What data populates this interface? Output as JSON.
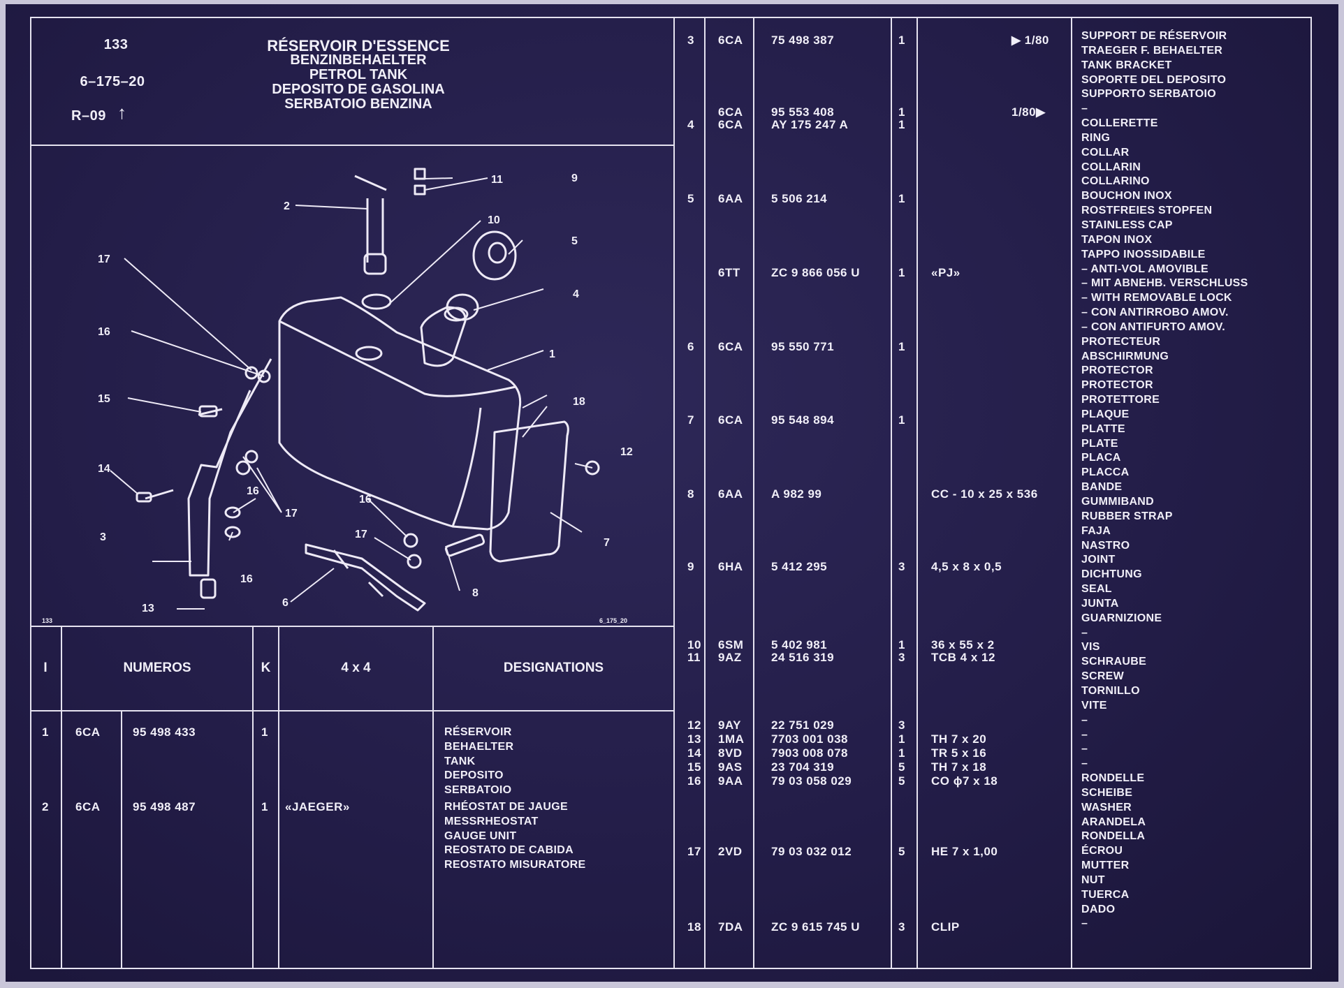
{
  "header": {
    "page_number": "133",
    "ref_code": "6–175–20",
    "rev": "R–09",
    "title_lines": [
      "RÉSERVOIR D'ESSENCE",
      "BENZINBEHAELTER",
      "PETROL TANK",
      "DEPOSITO DE GASOLINA",
      "SERBATOIO BENZINA"
    ]
  },
  "diagram": {
    "callouts": [
      "1",
      "2",
      "3",
      "4",
      "5",
      "6",
      "7",
      "8",
      "9",
      "10",
      "11",
      "12",
      "13",
      "14",
      "15",
      "16",
      "17",
      "18"
    ],
    "corner_left": "133",
    "corner_right": "6_175_20"
  },
  "columns": {
    "index": "I",
    "numeros": "NUMEROS",
    "k": "K",
    "variant": "4 x 4",
    "designations": "DESIGNATIONS"
  },
  "left_rows": [
    {
      "i": "1",
      "grp": "6CA",
      "num": "95 498 433",
      "k": "1",
      "note": "",
      "desc": "RÉSERVOIR\nBEHAELTER\nTANK\nDEPOSITO\nSERBATOIO"
    },
    {
      "i": "2",
      "grp": "6CA",
      "num": "95 498 487",
      "k": "1",
      "note": "«JAEGER»",
      "desc": "RHÉOSTAT DE JAUGE\nMESSRHEOSTAT\nGAUGE UNIT\nREOSTATO DE CABIDA\nREOSTATO MISURATORE"
    }
  ],
  "right_rows": [
    {
      "i": "3",
      "grp": "6CA",
      "num": "75 498 387",
      "k": "1",
      "note": "",
      "mark": "▶ 1/80"
    },
    {
      "i": "",
      "grp": "6CA",
      "num": "95 553 408",
      "k": "1",
      "note": "",
      "mark": "1/80▶"
    },
    {
      "i": "4",
      "grp": "6CA",
      "num": "AY 175 247 A",
      "k": "1",
      "note": "",
      "mark": ""
    },
    {
      "i": "5",
      "grp": "6AA",
      "num": "5 506 214",
      "k": "1",
      "note": "",
      "mark": ""
    },
    {
      "i": "",
      "grp": "6TT",
      "num": "ZC 9 866 056 U",
      "k": "1",
      "note": "«PJ»",
      "mark": ""
    },
    {
      "i": "6",
      "grp": "6CA",
      "num": "95 550 771",
      "k": "1",
      "note": "",
      "mark": ""
    },
    {
      "i": "7",
      "grp": "6CA",
      "num": "95 548 894",
      "k": "1",
      "note": "",
      "mark": ""
    },
    {
      "i": "8",
      "grp": "6AA",
      "num": "A 982 99",
      "k": "",
      "note": "CC - 10 x 25 x 536",
      "mark": ""
    },
    {
      "i": "9",
      "grp": "6HA",
      "num": "5 412 295",
      "k": "3",
      "note": "4,5 x 8 x 0,5",
      "mark": ""
    },
    {
      "i": "10",
      "grp": "6SM",
      "num": "5 402 981",
      "k": "1",
      "note": "36 x 55 x 2",
      "mark": ""
    },
    {
      "i": "11",
      "grp": "9AZ",
      "num": "24 516 319",
      "k": "3",
      "note": "TCB 4 x 12",
      "mark": ""
    },
    {
      "i": "12",
      "grp": "9AY",
      "num": "22 751 029",
      "k": "3",
      "note": "",
      "mark": ""
    },
    {
      "i": "13",
      "grp": "1MA",
      "num": "7703 001 038",
      "k": "1",
      "note": "TH 7 x 20",
      "mark": ""
    },
    {
      "i": "14",
      "grp": "8VD",
      "num": "7903 008 078",
      "k": "1",
      "note": "TR 5 x 16",
      "mark": ""
    },
    {
      "i": "15",
      "grp": "9AS",
      "num": "23 704 319",
      "k": "5",
      "note": "TH  7 x 18",
      "mark": ""
    },
    {
      "i": "16",
      "grp": "9AA",
      "num": "79 03 058 029",
      "k": "5",
      "note": "CO ϕ7 x 18",
      "mark": ""
    },
    {
      "i": "17",
      "grp": "2VD",
      "num": "79 03 032 012",
      "k": "5",
      "note": "HE 7 x 1,00",
      "mark": ""
    },
    {
      "i": "18",
      "grp": "7DA",
      "num": "ZC 9 615 745 U",
      "k": "3",
      "note": "CLIP",
      "mark": ""
    }
  ],
  "right_designations": "SUPPORT DE RÉSERVOIR\nTRAEGER F. BEHAELTER\nTANK BRACKET\nSOPORTE DEL DEPOSITO\nSUPPORTO SERBATOIO\n–\nCOLLERETTE\nRING\nCOLLAR\nCOLLARIN\nCOLLARINO\nBOUCHON INOX\nROSTFREIES STOPFEN\nSTAINLESS CAP\nTAPON INOX\nTAPPO INOSSIDABILE\n– ANTI-VOL AMOVIBLE\n– MIT ABNEHB. VERSCHLUSS\n– WITH REMOVABLE LOCK\n– CON ANTIRROBO AMOV.\n– CON ANTIFURTO AMOV.\nPROTECTEUR\nABSCHIRMUNG\nPROTECTOR\nPROTECTOR\nPROTETTORE\nPLAQUE\nPLATTE\nPLATE\nPLACA\nPLACCA\nBANDE\nGUMMIBAND\nRUBBER STRAP\nFAJA\nNASTRO\nJOINT\nDICHTUNG\nSEAL\nJUNTA\nGUARNIZIONE\n–\nVIS\nSCHRAUBE\nSCREW\nTORNILLO\nVITE\n–\n–\n–\n–\nRONDELLE\nSCHEIBE\nWASHER\nARANDELA\nRONDELLA\nÉCROU\nMUTTER\nNUT\nTUERCA\nDADO\n–"
}
